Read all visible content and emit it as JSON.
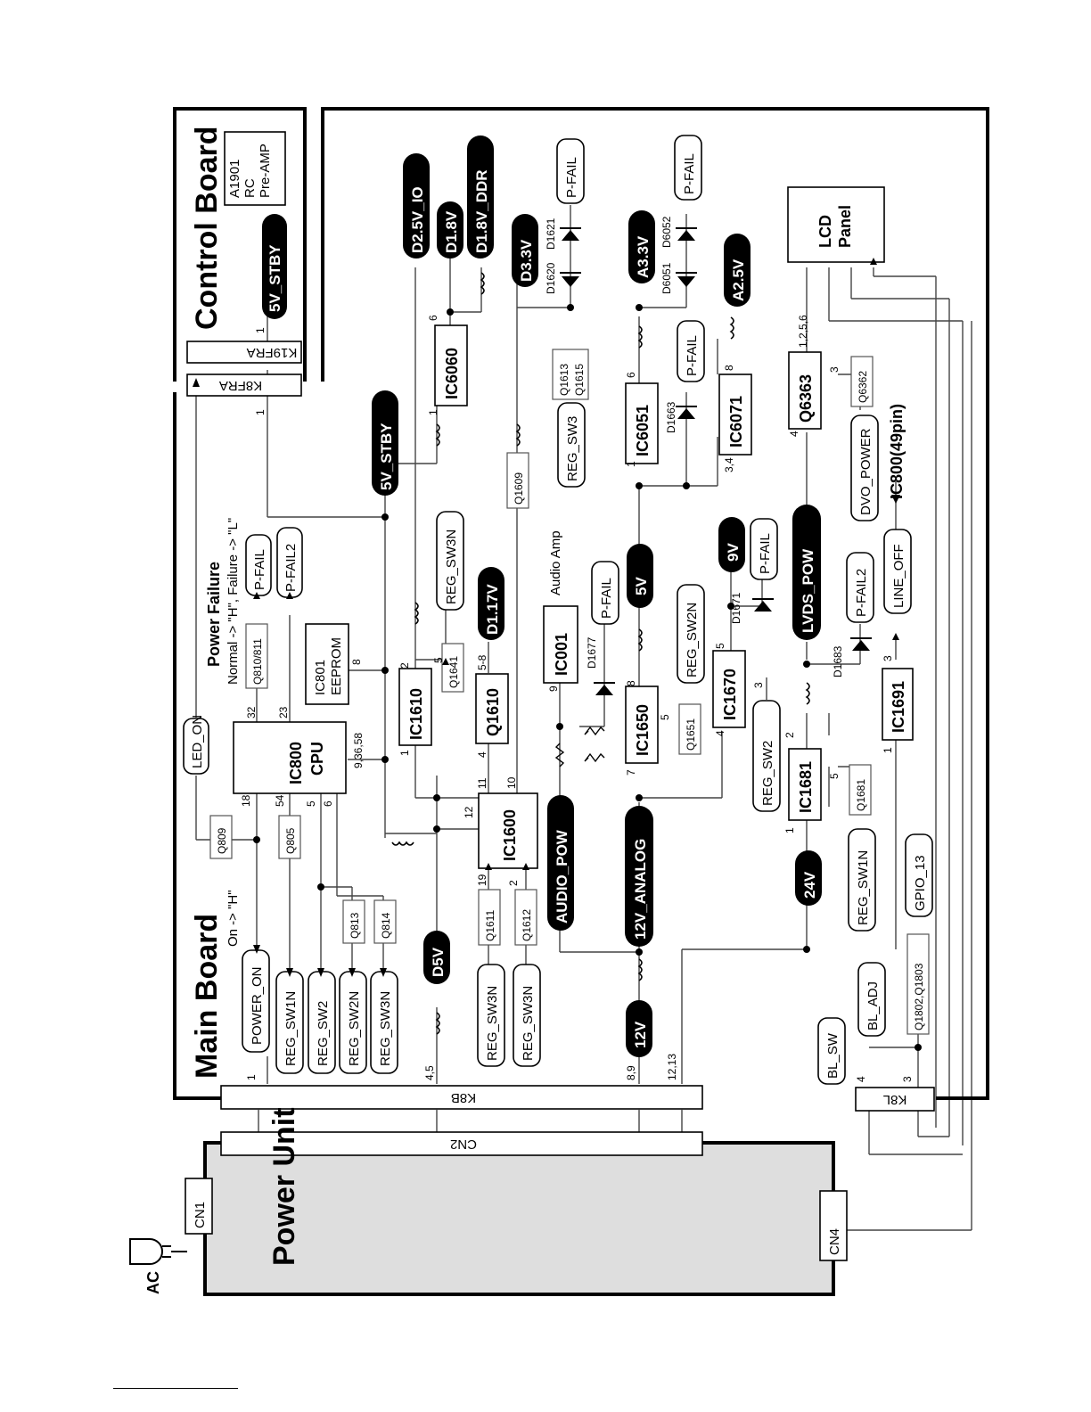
{
  "boards": {
    "control": "Control Board",
    "main": "Main Board",
    "power": "Power Unit",
    "lcd": "LCD Panel"
  },
  "connectors": {
    "cn1": "CN1",
    "cn2": "CN2",
    "cn4": "CN4",
    "k8b": "K8B",
    "k8l": "K8L",
    "k8fra": "K8FRA",
    "k19fra": "K19FRA"
  },
  "labels": {
    "ac": "AC",
    "power_failure": "Power Failure",
    "normal_failure": "Normal -> \"H\", Failure -> \"L\"",
    "on_h": "On -> \"H\"",
    "audio_amp": "Audio Amp",
    "rc_lines": [
      "A1901",
      "RC",
      "Pre-AMP"
    ],
    "ic800_pin": "IC800(49pin)"
  },
  "rails": {
    "stby_ctrl": "5V_STBY",
    "stby_main": "5V_STBY",
    "d25v": "D2.5V_IO",
    "d18v": "D1.8V",
    "d18ddr": "D1.8V_DDR",
    "d33v": "D3.3V",
    "a33v": "A3.3V",
    "a25v": "A2.5V",
    "d117v": "D1.17V",
    "v5": "5V",
    "v9": "9V",
    "lvds": "LVDS_POW",
    "d5v": "D5V",
    "audio_pow": "AUDIO_POW",
    "v12_analog": "12V_ANALOG",
    "v12": "12V",
    "v24": "24V"
  },
  "ics": {
    "ic800": "IC800",
    "cpu": "CPU",
    "ic801": "IC801",
    "eeprom": "EEPROM",
    "ic1610": "IC1610",
    "ic1600": "IC1600",
    "ic6060": "IC6060",
    "ic6051": "IC6051",
    "ic6071": "IC6071",
    "ic001": "IC001",
    "ic1650": "IC1650",
    "ic1670": "IC1670",
    "ic1681": "IC1681",
    "ic1691": "IC1691",
    "q6363": "Q6363",
    "q1610": "Q1610",
    "q1641": "Q1641",
    "q1609": "Q1609",
    "q1613": "Q1613",
    "q1615": "Q1615",
    "q1651": "Q1651",
    "q1681": "Q1681",
    "q6362": "Q6362",
    "q809": "Q809",
    "q805": "Q805",
    "q813": "Q813",
    "q814": "Q814",
    "q810": "Q810/811",
    "q1611": "Q1611",
    "q1612": "Q1612",
    "q1802": "Q1802,Q1803"
  },
  "signals": {
    "led_on": "LED_ON",
    "pfail": "P-FAIL",
    "pfail2": "P-FAIL2",
    "power_on": "POWER_ON",
    "reg_sw1n": "REG_SW1N",
    "reg_sw2": "REG_SW2",
    "reg_sw2n": "REG_SW2N",
    "reg_sw3n": "REG_SW3N",
    "reg_sw3": "REG_SW3",
    "dvo_power": "DVO_POWER",
    "line_off": "LINE_OFF",
    "gpio_13": "GPIO_13",
    "bl_sw": "BL_SW",
    "bl_adj": "BL_ADJ"
  },
  "diodes": {
    "d1620": "D1620",
    "d1621": "D1621",
    "d6051": "D6051",
    "d6052": "D6052",
    "d1663": "D1663",
    "d1671": "D1671",
    "d1677": "D1677",
    "d1683": "D1683"
  },
  "pins": {
    "p1": "1",
    "p2": "2",
    "p3": "3",
    "p4": "4",
    "p5": "5",
    "p6": "6",
    "p7": "7",
    "p8": "8",
    "p9": "9",
    "p10": "10",
    "p11": "11",
    "p12": "12",
    "p18": "18",
    "p19": "19",
    "p23": "23",
    "p32": "32",
    "p54": "54",
    "p45": "4,5",
    "p89": "8,9",
    "p1213": "12,13",
    "p58": "5-8",
    "p93658": "9,36,58",
    "p34": "3,4",
    "p1256": "1,2,5,6"
  }
}
